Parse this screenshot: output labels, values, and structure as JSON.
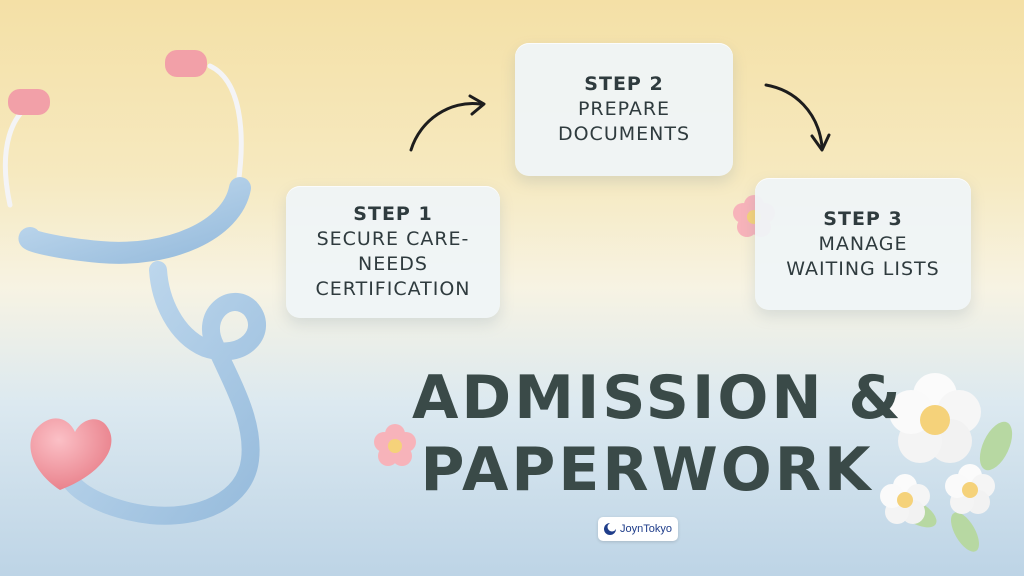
{
  "steps": [
    {
      "label": "STEP 1",
      "lines": [
        "SECURE CARE-",
        "NEEDS",
        "CERTIFICATION"
      ]
    },
    {
      "label": "STEP 2",
      "lines": [
        "PREPARE",
        "DOCUMENTS"
      ]
    },
    {
      "label": "STEP 3",
      "lines": [
        "MANAGE",
        "WAITING LISTS"
      ]
    }
  ],
  "title": {
    "line1": "ADMISSION &",
    "line2": "PAPERWORK"
  },
  "logo": {
    "text": "JoynTokyo",
    "color": "#1f3d8a"
  },
  "icons": [
    "stethoscope-icon",
    "heart-icon",
    "flower-icon",
    "arrow-icon"
  ],
  "colors": {
    "card": "#eff4f7",
    "text": "#2f3b3e",
    "title": "#3a4a48",
    "stethoscope": "#a9c9e4",
    "earpiece": "#f2a0a8",
    "heart": "#f08a93",
    "flower_pink": "#f7b3ba",
    "flower_center": "#f5d27a"
  }
}
